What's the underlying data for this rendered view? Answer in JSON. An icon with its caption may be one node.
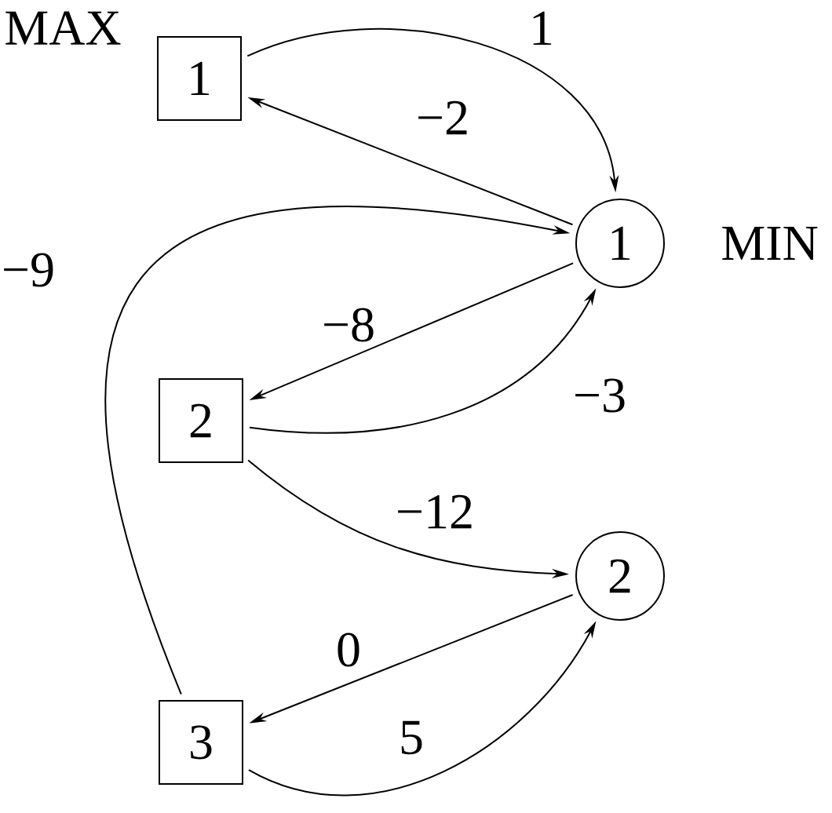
{
  "diagram": {
    "nodes": [
      {
        "text": [
          "1"
        ]
      },
      {
        "text": [
          "1"
        ]
      },
      {
        "text": [
          "2"
        ]
      },
      {
        "text": [
          "2"
        ]
      },
      {
        "text": [
          "3"
        ]
      }
    ],
    "edges": [
      {
        "from": 0,
        "to": 1,
        "arrow": "to",
        "label": "1"
      },
      {
        "from": 1,
        "to": 0,
        "arrow": "to",
        "label": "−2"
      },
      {
        "from": 4,
        "to": 1,
        "arrow": "to",
        "label": "−9"
      },
      {
        "from": 1,
        "to": 2,
        "arrow": "to",
        "label": "−8"
      },
      {
        "from": 2,
        "to": 1,
        "arrow": "to",
        "label": "−3"
      },
      {
        "from": 2,
        "to": 3,
        "arrow": "to",
        "label": "−12"
      },
      {
        "from": 3,
        "to": 4,
        "arrow": "to",
        "label": "0"
      },
      {
        "from": 4,
        "to": 3,
        "arrow": "to",
        "label": "5"
      }
    ],
    "labels": [
      "MAX",
      "MIN"
    ]
  }
}
